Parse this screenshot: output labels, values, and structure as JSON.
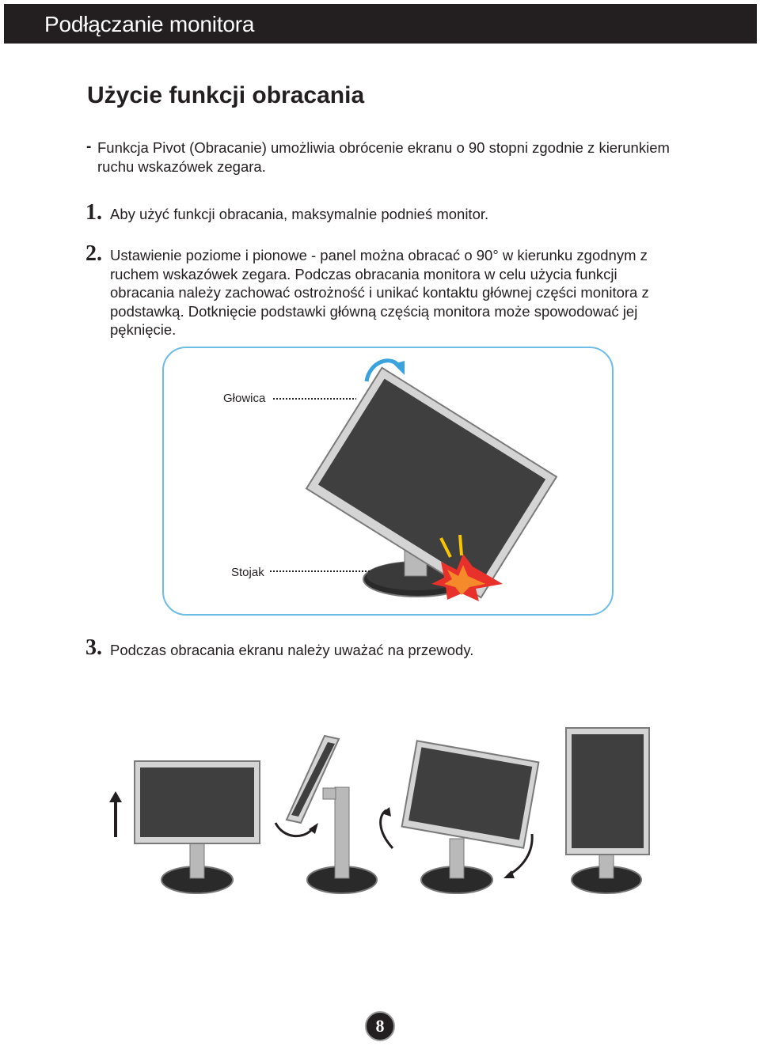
{
  "header": {
    "title": "Podłączanie monitora"
  },
  "section": {
    "title": "Użycie funkcji obracania"
  },
  "bullet": {
    "dash": "-",
    "text": "Funkcja Pivot (Obracanie) umożliwia obrócenie ekranu o 90 stopni zgodnie z kierunkiem ruchu wskazówek zegara."
  },
  "steps": [
    {
      "number": "1.",
      "text": "Aby użyć funkcji obracania, maksymalnie podnieś monitor."
    },
    {
      "number": "2.",
      "text": "Ustawienie poziome i pionowe - panel można obracać o 90° w kierunku zgodnym z ruchem wskazówek zegara. Podczas obracania monitora w celu użycia funkcji obracania należy zachować ostrożność i unikać kontaktu głównej części monitora z podstawką. Dotknięcie podstawki główną częścią monitora może spowodować jej pęknięcie."
    },
    {
      "number": "3.",
      "text": "Podczas obracania ekranu należy uważać na przewody."
    }
  ],
  "figure1": {
    "label_head": "Głowica",
    "label_stand": "Stojak"
  },
  "page": {
    "number": "8"
  },
  "colors": {
    "header_bg": "#231f20",
    "frame_border": "#6bbde8",
    "screen": "#3f3f3f",
    "bezel": "#c8c8c8",
    "arrow_blue": "#3aa2dd",
    "impact_red": "#e8312a",
    "impact_yellow": "#f7c600"
  }
}
